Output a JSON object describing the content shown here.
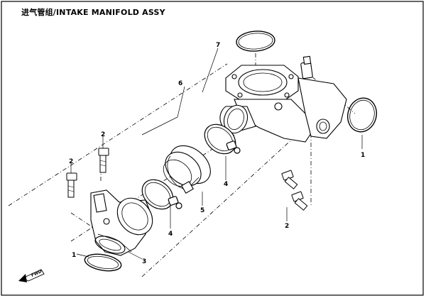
{
  "title": "进气管组/INTAKE MANIFOLD ASSY",
  "callouts": [
    {
      "id": "c7",
      "label": "7"
    },
    {
      "id": "c6",
      "label": "6"
    },
    {
      "id": "c1a",
      "label": "1"
    },
    {
      "id": "c2a",
      "label": "2"
    },
    {
      "id": "c2b",
      "label": "2"
    },
    {
      "id": "c4a",
      "label": "4"
    },
    {
      "id": "c5",
      "label": "5"
    },
    {
      "id": "c4b",
      "label": "4"
    },
    {
      "id": "c2c",
      "label": "2"
    },
    {
      "id": "c1b",
      "label": "1"
    },
    {
      "id": "c3",
      "label": "3"
    }
  ],
  "fwd_label": "FWD",
  "colors": {
    "line": "#000000",
    "background": "#ffffff"
  }
}
